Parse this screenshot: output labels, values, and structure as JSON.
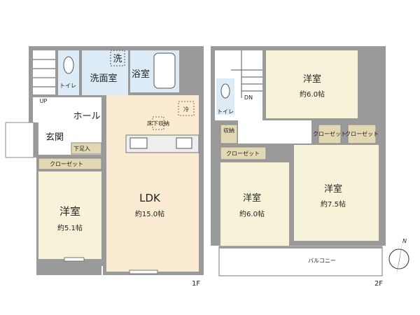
{
  "floor1": {
    "label": "1F",
    "rooms": {
      "toilet": "トイレ",
      "washroom": "洗面室",
      "washer": "洗",
      "bath": "浴室",
      "hall": "ホール",
      "up": "UP",
      "entrance": "玄関",
      "shoe_storage": "下足入",
      "closet": "クローゼット",
      "western": {
        "name": "洋室",
        "size": "約5.1帖"
      },
      "ldk": {
        "name": "LDK",
        "size": "約15.0帖"
      },
      "fridge": "冷",
      "underfloor": "床下収納"
    }
  },
  "floor2": {
    "label": "2F",
    "rooms": {
      "toilet": "トイレ",
      "dn": "DN",
      "storage": "収納",
      "western_a": {
        "name": "洋室",
        "size": "約6.0帖"
      },
      "closet_a": "クローゼット",
      "closet_b": "クローゼット",
      "closet_c": "クローゼット",
      "western_b": {
        "name": "洋室",
        "size": "約6.0帖"
      },
      "western_c": {
        "name": "洋室",
        "size": "約7.5帖"
      },
      "balcony": "バルコニー"
    }
  },
  "compass": {
    "label": "N",
    "icon": "north-arrow-icon"
  },
  "colors": {
    "wall": "#9a9a9a",
    "room": "#f7f3d9",
    "wet": "#dcebf6",
    "ldk": "#fbebd2",
    "closet": "#e3d8b4"
  }
}
